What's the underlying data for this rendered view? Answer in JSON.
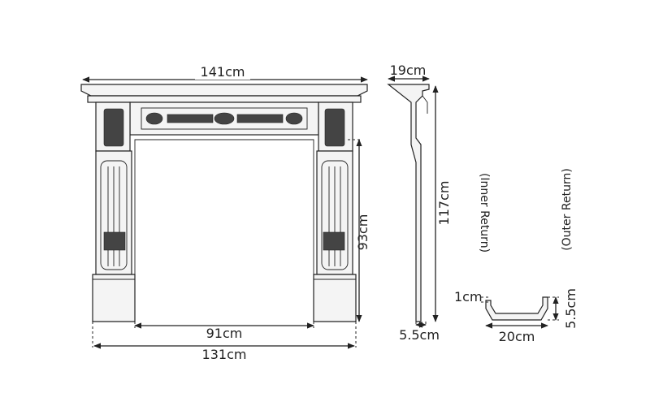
{
  "dimensions": {
    "width_top": "141cm",
    "depth_shelf": "19cm",
    "opening_height": "93cm",
    "total_height": "117cm",
    "opening_width": "91cm",
    "footprint_width": "131cm",
    "side_depth": "5.5cm",
    "return_lip": "1cm",
    "return_width": "20cm",
    "return_height": "5.5cm"
  },
  "labels": {
    "inner_return": "(Inner Return)",
    "outer_return": "(Outer Return)"
  }
}
